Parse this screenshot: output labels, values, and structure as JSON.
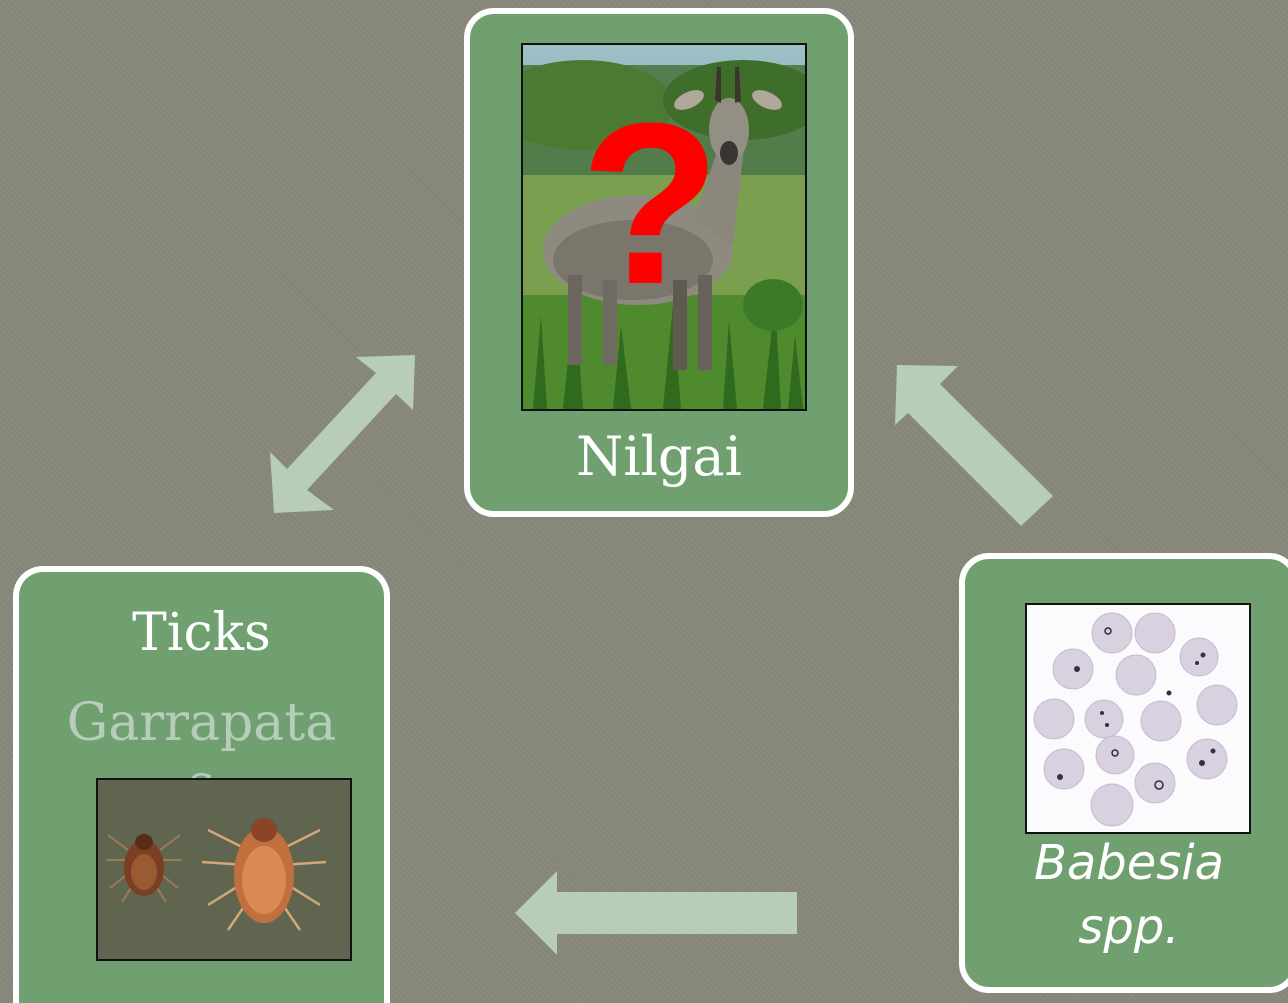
{
  "nodes": {
    "nilgai": {
      "label": "Nilgai",
      "overlay_mark": "?"
    },
    "ticks": {
      "label": "Ticks",
      "sublabel": "Garrapata",
      "sublabel_overflow": "s"
    },
    "babesia": {
      "label_line1": "Babesia",
      "label_line2": "spp."
    }
  },
  "colors": {
    "background": "#87877a",
    "card_fill": "#70a070",
    "card_border": "#ffffff",
    "arrow": "#b7ccb9",
    "sublabel": "#b7ccb9",
    "question_mark": "#ff0000"
  },
  "arrows": [
    {
      "from": "ticks",
      "to": "nilgai",
      "bidirectional": true
    },
    {
      "from": "babesia",
      "to": "nilgai",
      "bidirectional": false
    },
    {
      "from": "babesia",
      "to": "ticks",
      "bidirectional": false
    }
  ]
}
